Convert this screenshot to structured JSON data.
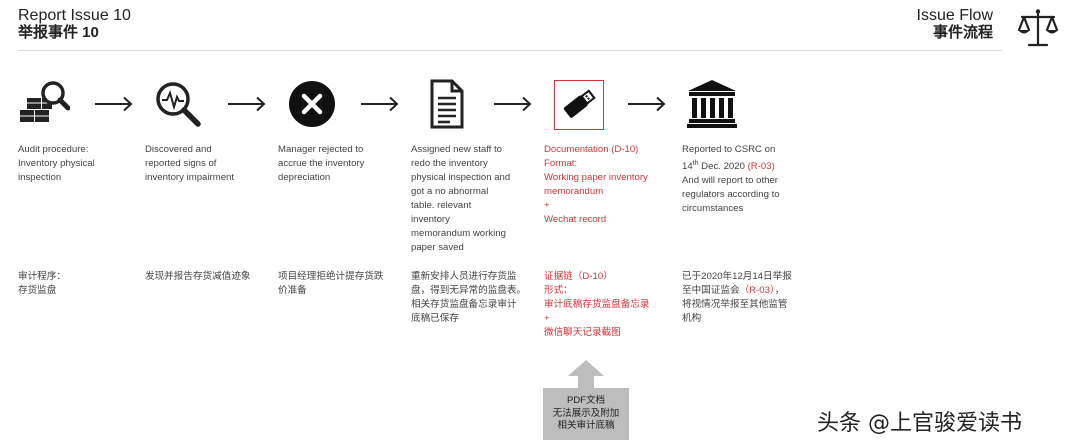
{
  "header": {
    "title_en": "Report Issue 10",
    "title_cn": "举报事件 10",
    "flow_en": "Issue Flow",
    "flow_cn": "事件流程"
  },
  "steps": [
    {
      "icon": "inventory-magnifier-icon",
      "en": [
        "Audit procedure:",
        "Inventory physical",
        "inspection"
      ],
      "cn": [
        "审计程序：",
        "存货监盘"
      ]
    },
    {
      "icon": "magnifier-pulse-icon",
      "en": [
        "Discovered and",
        "reported signs of",
        "inventory impairment"
      ],
      "cn": [
        "发现并报告存货减值迹象"
      ]
    },
    {
      "icon": "reject-x-icon",
      "en": [
        "Manager rejected to",
        "accrue the inventory",
        "depreciation"
      ],
      "cn": [
        "项目经理拒绝计提存货跌",
        "价准备"
      ]
    },
    {
      "icon": "document-icon",
      "en": [
        "Assigned new staff to",
        "redo the inventory",
        "physical inspection and",
        "got a no abnormal",
        "table. relevant",
        "inventory",
        "memorandum working",
        "paper saved"
      ],
      "cn": [
        "重新安排人员进行存货监",
        "盘，得到无异常的监盘表。",
        "相关存货监盘备忘录审计",
        "底稿已保存"
      ]
    },
    {
      "icon": "usb-drive-icon",
      "en": [
        "Documentation (D-10)",
        "Format:",
        "Working paper inventory",
        "memorandum",
        "+",
        "Wechat record"
      ],
      "cn": [
        "证据链（D-10）",
        "形式：",
        "审计底稿存货监盘备忘录",
        "+",
        "微信聊天记录截图"
      ]
    },
    {
      "icon": "government-building-icon",
      "en_pre": [
        "Reported to CSRC on",
        "14"
      ],
      "en_sup": "th",
      "en_mid": " Dec. 2020 ",
      "en_ref": "(R-03)",
      "en_post": [
        "And will report to other",
        "regulators according to",
        "circumstances"
      ],
      "cn_pre": "已于2020年12月14日举报",
      "cn_l2a": "至中国证监会",
      "cn_ref": "（R-03）",
      "cn_l2b": "，",
      "cn_rest": [
        "将视情况举报至其他监管",
        "机构"
      ]
    }
  ],
  "pdf_note": [
    "PDF文档",
    "无法展示及附加",
    "相关审计底稿"
  ],
  "watermark": "头条 @上官骏爱读书",
  "colors": {
    "accent": "#d3343a",
    "text": "#333333",
    "gray_box": "#bdbdbd"
  }
}
